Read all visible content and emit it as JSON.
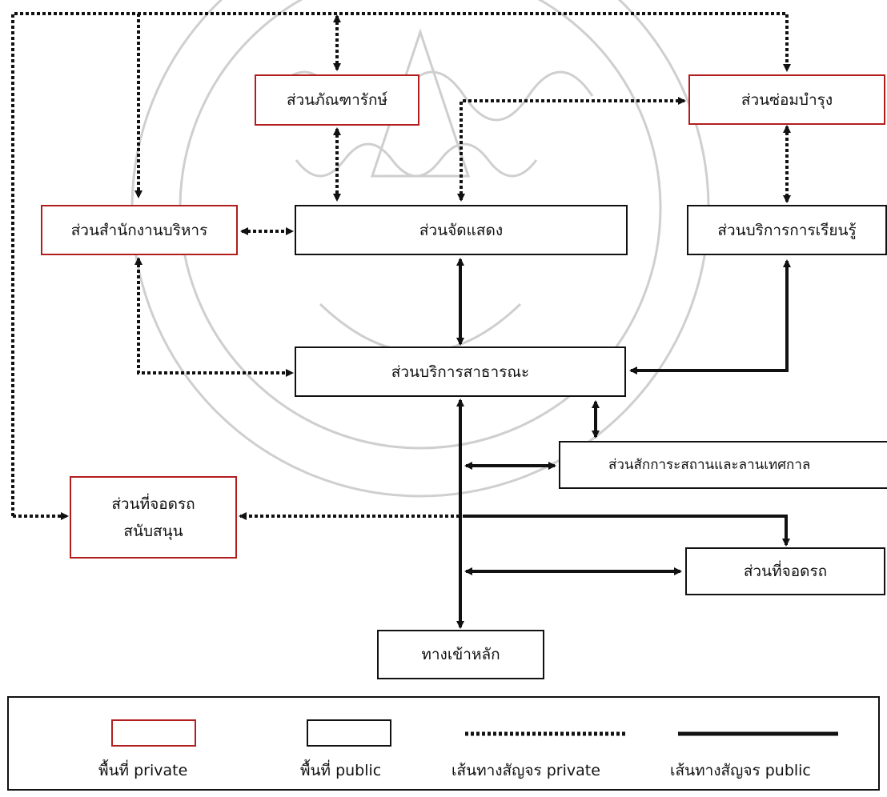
{
  "nodes": {
    "collection": "ส่วนภัณฑารักษ์",
    "maintenance": "ส่วนซ่อมบำรุง",
    "admin_office": "ส่วนสำนักงานบริหาร",
    "exhibition": "ส่วนจัดแสดง",
    "learning_service": "ส่วนบริการการเรียนรู้",
    "public_service": "ส่วนบริการสาธารณะ",
    "worship_plaza": "ส่วนสักการะสถานและลานเทศกาล",
    "support_parking_line1": "ส่วนที่จอดรถ",
    "support_parking_line2": "สนับสนุน",
    "parking": "ส่วนที่จอดรถ",
    "main_entrance": "ทางเข้าหลัก"
  },
  "legend": {
    "private_area": "พื้นที่ private",
    "public_area": "พื้นที่ public",
    "private_route": "เส้นทางสัญจร private",
    "public_route": "เส้นทางสัญจร public"
  },
  "colors": {
    "private_border": "#b21e1e",
    "public_border": "#111111",
    "line": "#111111",
    "watermark": "#c9c9c9"
  }
}
